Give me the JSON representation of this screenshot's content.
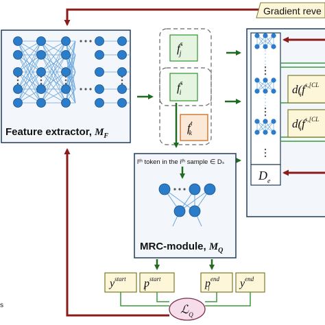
{
  "gradient_reversal": {
    "label": "Gradient reve"
  },
  "feature_extractor": {
    "title": "Feature extractor, ",
    "symbol": "M",
    "sub": "F"
  },
  "features": {
    "fj": {
      "base": "f",
      "sup": "s",
      "sub": "j"
    },
    "fi": {
      "base": "f",
      "sup": "s",
      "sub": "i"
    },
    "fk": {
      "base": "f",
      "sup": "t",
      "sub": "k"
    }
  },
  "mrc_input": {
    "label": "lᵗʰ token in the iᵗʰ sample ∈ Dₛ"
  },
  "mrc_module": {
    "title": "MRC-module, ",
    "symbol": "M",
    "sub": "Q"
  },
  "discriminator": {
    "symbol": "D",
    "sub": "e",
    "out1": "d(f",
    "out1_sup": "s,[CL",
    "out1_sub": "i",
    "out2": "d(f",
    "out2_sup": "s,[CL",
    "out2_sub": "i"
  },
  "outputs": {
    "y_start": {
      "base": "y",
      "sup": "start"
    },
    "p_start": {
      "base": "p",
      "sup": "start",
      "sub": "l"
    },
    "p_end": {
      "base": "p",
      "sup": "end",
      "sub": "l"
    },
    "y_end": {
      "base": "y",
      "sup": "end"
    }
  },
  "loss": {
    "base": "ℒ",
    "sub": "Q"
  },
  "edge_text": {
    "left": "s"
  },
  "colors": {
    "green_arrow": "#1f6b1f",
    "red_arrow": "#8b1a1a",
    "box_border": "#1f3b5c",
    "box_fill": "#f3f6fa",
    "node": "#2b7cc9",
    "feature_fill": "#e6f5e1",
    "feature_border": "#3a9a3a",
    "target_fill": "#fbe8d6",
    "target_border": "#c56b20",
    "output_fill": "#fdf6d8",
    "output_border": "#7a7a2a"
  }
}
